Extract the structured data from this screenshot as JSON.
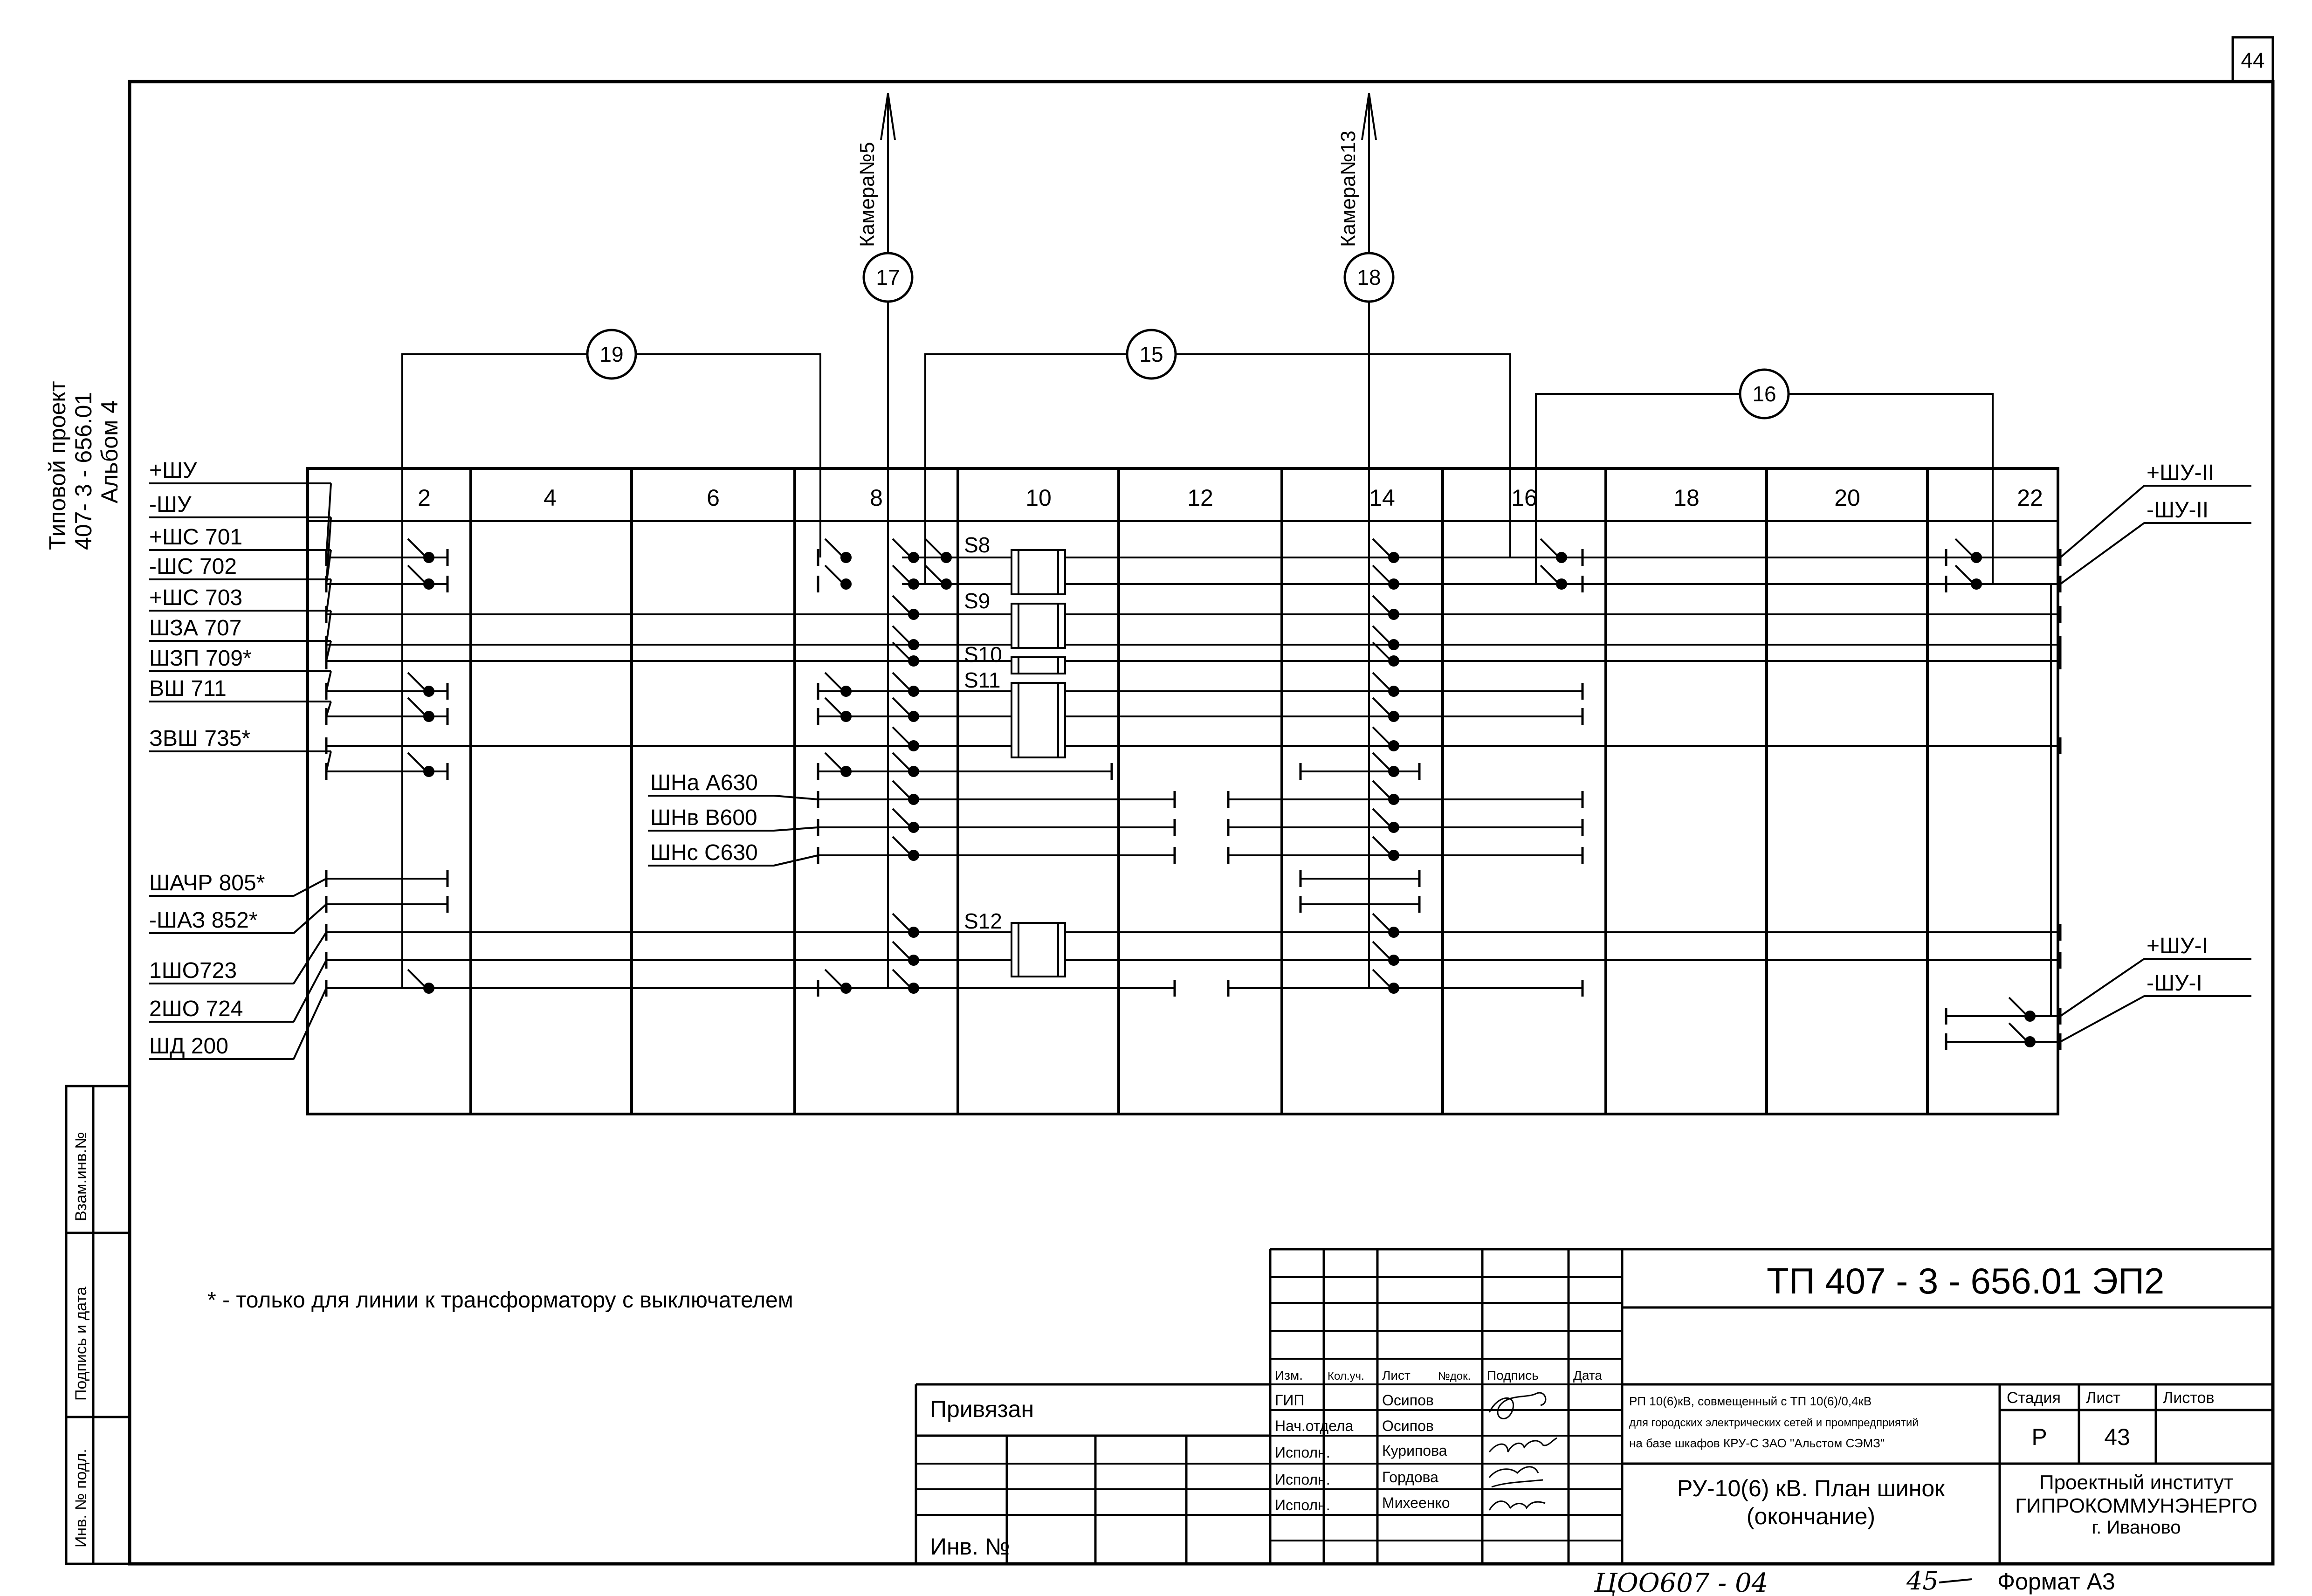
{
  "page_number": "44",
  "side_stamp": {
    "line1": "Типовой проект",
    "line2": "407- 3 - 656.01",
    "line3": "Альбом 4",
    "field_inv": "Инв. № подл.",
    "field_sign": "Подпись и дата",
    "field_vzam": "Взам.инв.№"
  },
  "cables": [
    {
      "label": "19"
    },
    {
      "label": "15"
    },
    {
      "label": "16"
    },
    {
      "label": "17",
      "dest": "Камера№5"
    },
    {
      "label": "18",
      "dest": "Камера№13"
    }
  ],
  "panel_numbers": [
    "2",
    "4",
    "6",
    "8",
    "10",
    "12",
    "14",
    "16",
    "18",
    "20",
    "22"
  ],
  "left_buses": [
    "+ШУ",
    "-ШУ",
    "+ШС 701",
    "-ШС 702",
    "+ШС 703",
    "ШЗА 707",
    "ШЗП 709*",
    "ВШ 711",
    "ЗВШ 735*",
    "ШАЧР 805*",
    "-ШАЗ 852*",
    "1ШО723",
    "2ШО 724",
    "ШД 200"
  ],
  "mid_buses": [
    "ШНа А630",
    "ШНв В600",
    "ШНс С630"
  ],
  "right_buses": [
    "+ШУ-II",
    "-ШУ-II",
    "+ШУ-I",
    "-ШУ-I"
  ],
  "devices": [
    "S8",
    "S9",
    "S10",
    "S11",
    "S12"
  ],
  "footnote": "* - только для линии к трансформатору с выключателем",
  "title_block": {
    "doc_code": "ТП  407 - 3 - 656.01     ЭП2",
    "privyazan": "Привязан",
    "inv_no": "Инв. №",
    "headers": [
      "Изм.",
      "Кол.уч.",
      "Лист",
      "№док.",
      "Подпись",
      "Дата"
    ],
    "staff": [
      {
        "role": "ГИП",
        "name": "Осипов"
      },
      {
        "role": "Нач.отдела",
        "name": "Осипов"
      },
      {
        "role": "Исполн.",
        "name": "Курипова"
      },
      {
        "role": "Исполн.",
        "name": "Гордова"
      },
      {
        "role": "Исполн.",
        "name": "Михеенко"
      }
    ],
    "project_desc": [
      "РП 10(6)кВ, совмещенный с ТП 10(6)/0,4кВ",
      "для городских электрических сетей и промпредприятий",
      "на базе шкафов КРУ-С ЗАО \"Альстом СЭМЗ\""
    ],
    "stage_hdr": "Стадия",
    "sheet_hdr": "Лист",
    "sheets_hdr": "Листов",
    "stage": "Р",
    "sheet": "43",
    "sheets": "",
    "drawing_title": [
      "РУ-10(6) кВ. План шинок",
      "(окончание)"
    ],
    "org": [
      "Проектный институт",
      "ГИПРОКОММУНЭНЕРГО",
      "г. Иваново"
    ]
  },
  "bottom_handwritten": "ЦОО607 - 04",
  "bottom_number": "45",
  "format": "Формат А3"
}
